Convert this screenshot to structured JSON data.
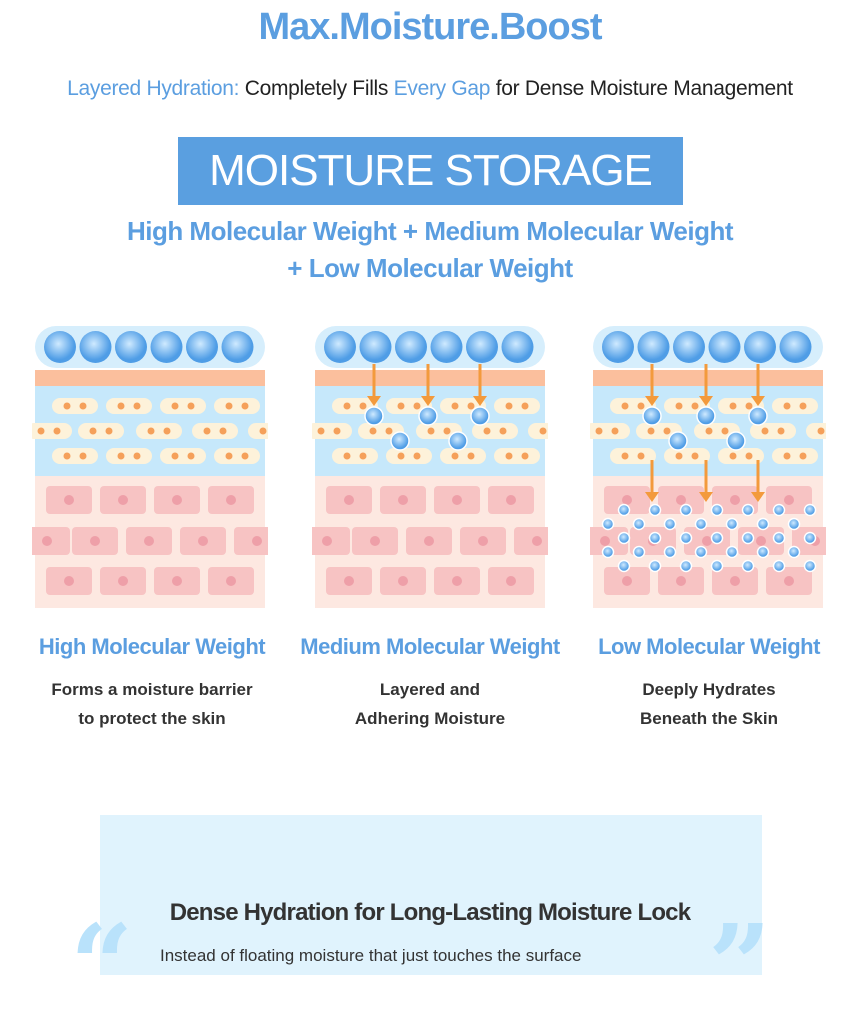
{
  "header": {
    "title": "Max.Moisture.Boost",
    "subtitle_lead": "Layered Hydration:",
    "subtitle_mid1": " Completely Fills ",
    "subtitle_accent": "Every Gap",
    "subtitle_end": " for Dense Moisture Management"
  },
  "banner": "MOISTURE STORAGE",
  "heading": {
    "line1": "High Molecular Weight + Medium Molecular Weight",
    "line2": "+ Low Molecular Weight"
  },
  "panels": [
    {
      "label": "High Molecular Weight",
      "desc1": "Forms a moisture barrier",
      "desc2": "to protect the skin"
    },
    {
      "label": "Medium Molecular Weight",
      "desc1": "Layered and",
      "desc2": "Adhering Moisture"
    },
    {
      "label": "Low Molecular Weight",
      "desc1": "Deeply Hydrates",
      "desc2": "Beneath the Skin"
    }
  ],
  "box": {
    "heading": "Dense Hydration for Long-Lasting Moisture Lock",
    "text": "Instead of floating moisture that just touches the surface"
  },
  "colors": {
    "accent": "#5b9ee0",
    "banner": "#5a9fe0",
    "box": "#e0f3fd",
    "arrow": "#f39a3c"
  }
}
